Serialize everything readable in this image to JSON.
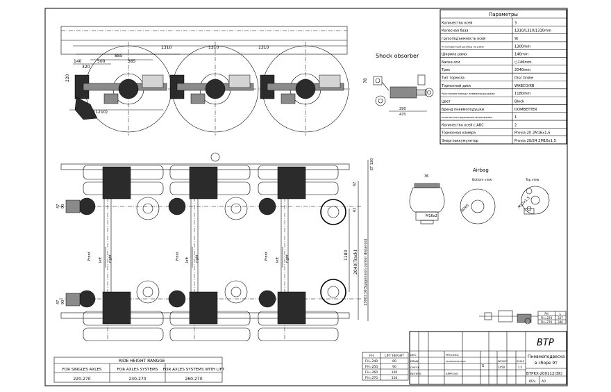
{
  "params": {
    "title": "Параметры",
    "rows": [
      [
        "Количество осей",
        "3"
      ],
      [
        "Колесная база",
        "1310/1310/1310mm"
      ],
      [
        "грузоподъемность осей",
        "9t"
      ],
      [
        "Установочный размер на раму",
        "1300mm"
      ],
      [
        "Ширина рамы",
        "140mm"
      ],
      [
        "Балка оси",
        "○146mm"
      ],
      [
        "Трек",
        "2040mm"
      ],
      [
        "Тип тормоза",
        "Disc broke"
      ],
      [
        "Тормозной диск",
        "WABCO/KB"
      ],
      [
        "Расстояние между пневмоподушками",
        "1180mm"
      ],
      [
        "Цвет",
        "Block"
      ],
      [
        "Бренд пневмоподушки",
        "DOMBETTER"
      ],
      [
        "количество подъемных механизмов",
        "1"
      ],
      [
        "Количество осей с АБС",
        "2"
      ],
      [
        "Тормозная камера",
        "Provia 20 2M16x1,5"
      ],
      [
        "Энергоаккумулятор",
        "Provia 20/24 2M16x1,5"
      ]
    ]
  },
  "labels": {
    "shock": "Shock obsorber",
    "airbag": "Airbag",
    "bottom_view": "Bottom view",
    "top_view": "Top view",
    "front": "Front",
    "left": "left",
    "right": "right"
  },
  "dims": {
    "d1310a": "1310",
    "d1310b": "1310",
    "d1310c": "1310",
    "d885": "885",
    "d385": "385",
    "d500": "500",
    "d140": "140",
    "d320": "320",
    "d220": "220",
    "d1210": "(1210)",
    "d120": "ET 120",
    "d62a": "62",
    "d62b": "62",
    "d1180": "1180",
    "d2040": "2040(Track)",
    "d1300": "1300±10(Suspension center distance)",
    "d36": "36",
    "d47a": "47",
    "d47b": "47",
    "d90a": "90",
    "d90b": "90",
    "d265": "Ø265",
    "d78": "78",
    "d290": "290",
    "d470": "470",
    "m16": "M16x2",
    "m12": "M12x1.5"
  },
  "ride": {
    "title": "RIDE HEIGHT RANGGE",
    "headers": [
      "FOR SINGLES AXLES",
      "FOR AXLES SYSTEMS",
      "FOR AXLES SYSTEMS WITH LIFT"
    ],
    "values": [
      "220-270",
      "230-270",
      "260-270"
    ]
  },
  "lift": {
    "headers": [
      "FH",
      "LIFT HEIGHT"
    ],
    "rows": [
      [
        "FH=240",
        "80"
      ],
      [
        "FH=250",
        "90"
      ],
      [
        "FH=260",
        "100"
      ],
      [
        "FH=270",
        "110"
      ]
    ]
  },
  "fhl": {
    "headers": [
      "FH",
      "L"
    ],
    "rows": [
      [
        "FH=220",
        "327"
      ],
      [
        "FH=270",
        "346"
      ]
    ]
  },
  "title_block": {
    "logo": "BTP",
    "name1": "Пневмоподвеска",
    "name2": "в сборе 9т",
    "code": "BTPKX-200112(3K)",
    "des": "DES.",
    "draw": "DRAW.",
    "check": "CHECK.",
    "review": "REVIEW.",
    "process": "PROCESS.",
    "standard": "STANDARDIZATION",
    "approve": "APPROVE",
    "weight_h": "WEIGHT",
    "scale_h": "SCALE",
    "weight": "1450",
    "scale": "1:1",
    "rev": "REV.",
    "rev_v": "A0",
    "s_letter": "S"
  }
}
